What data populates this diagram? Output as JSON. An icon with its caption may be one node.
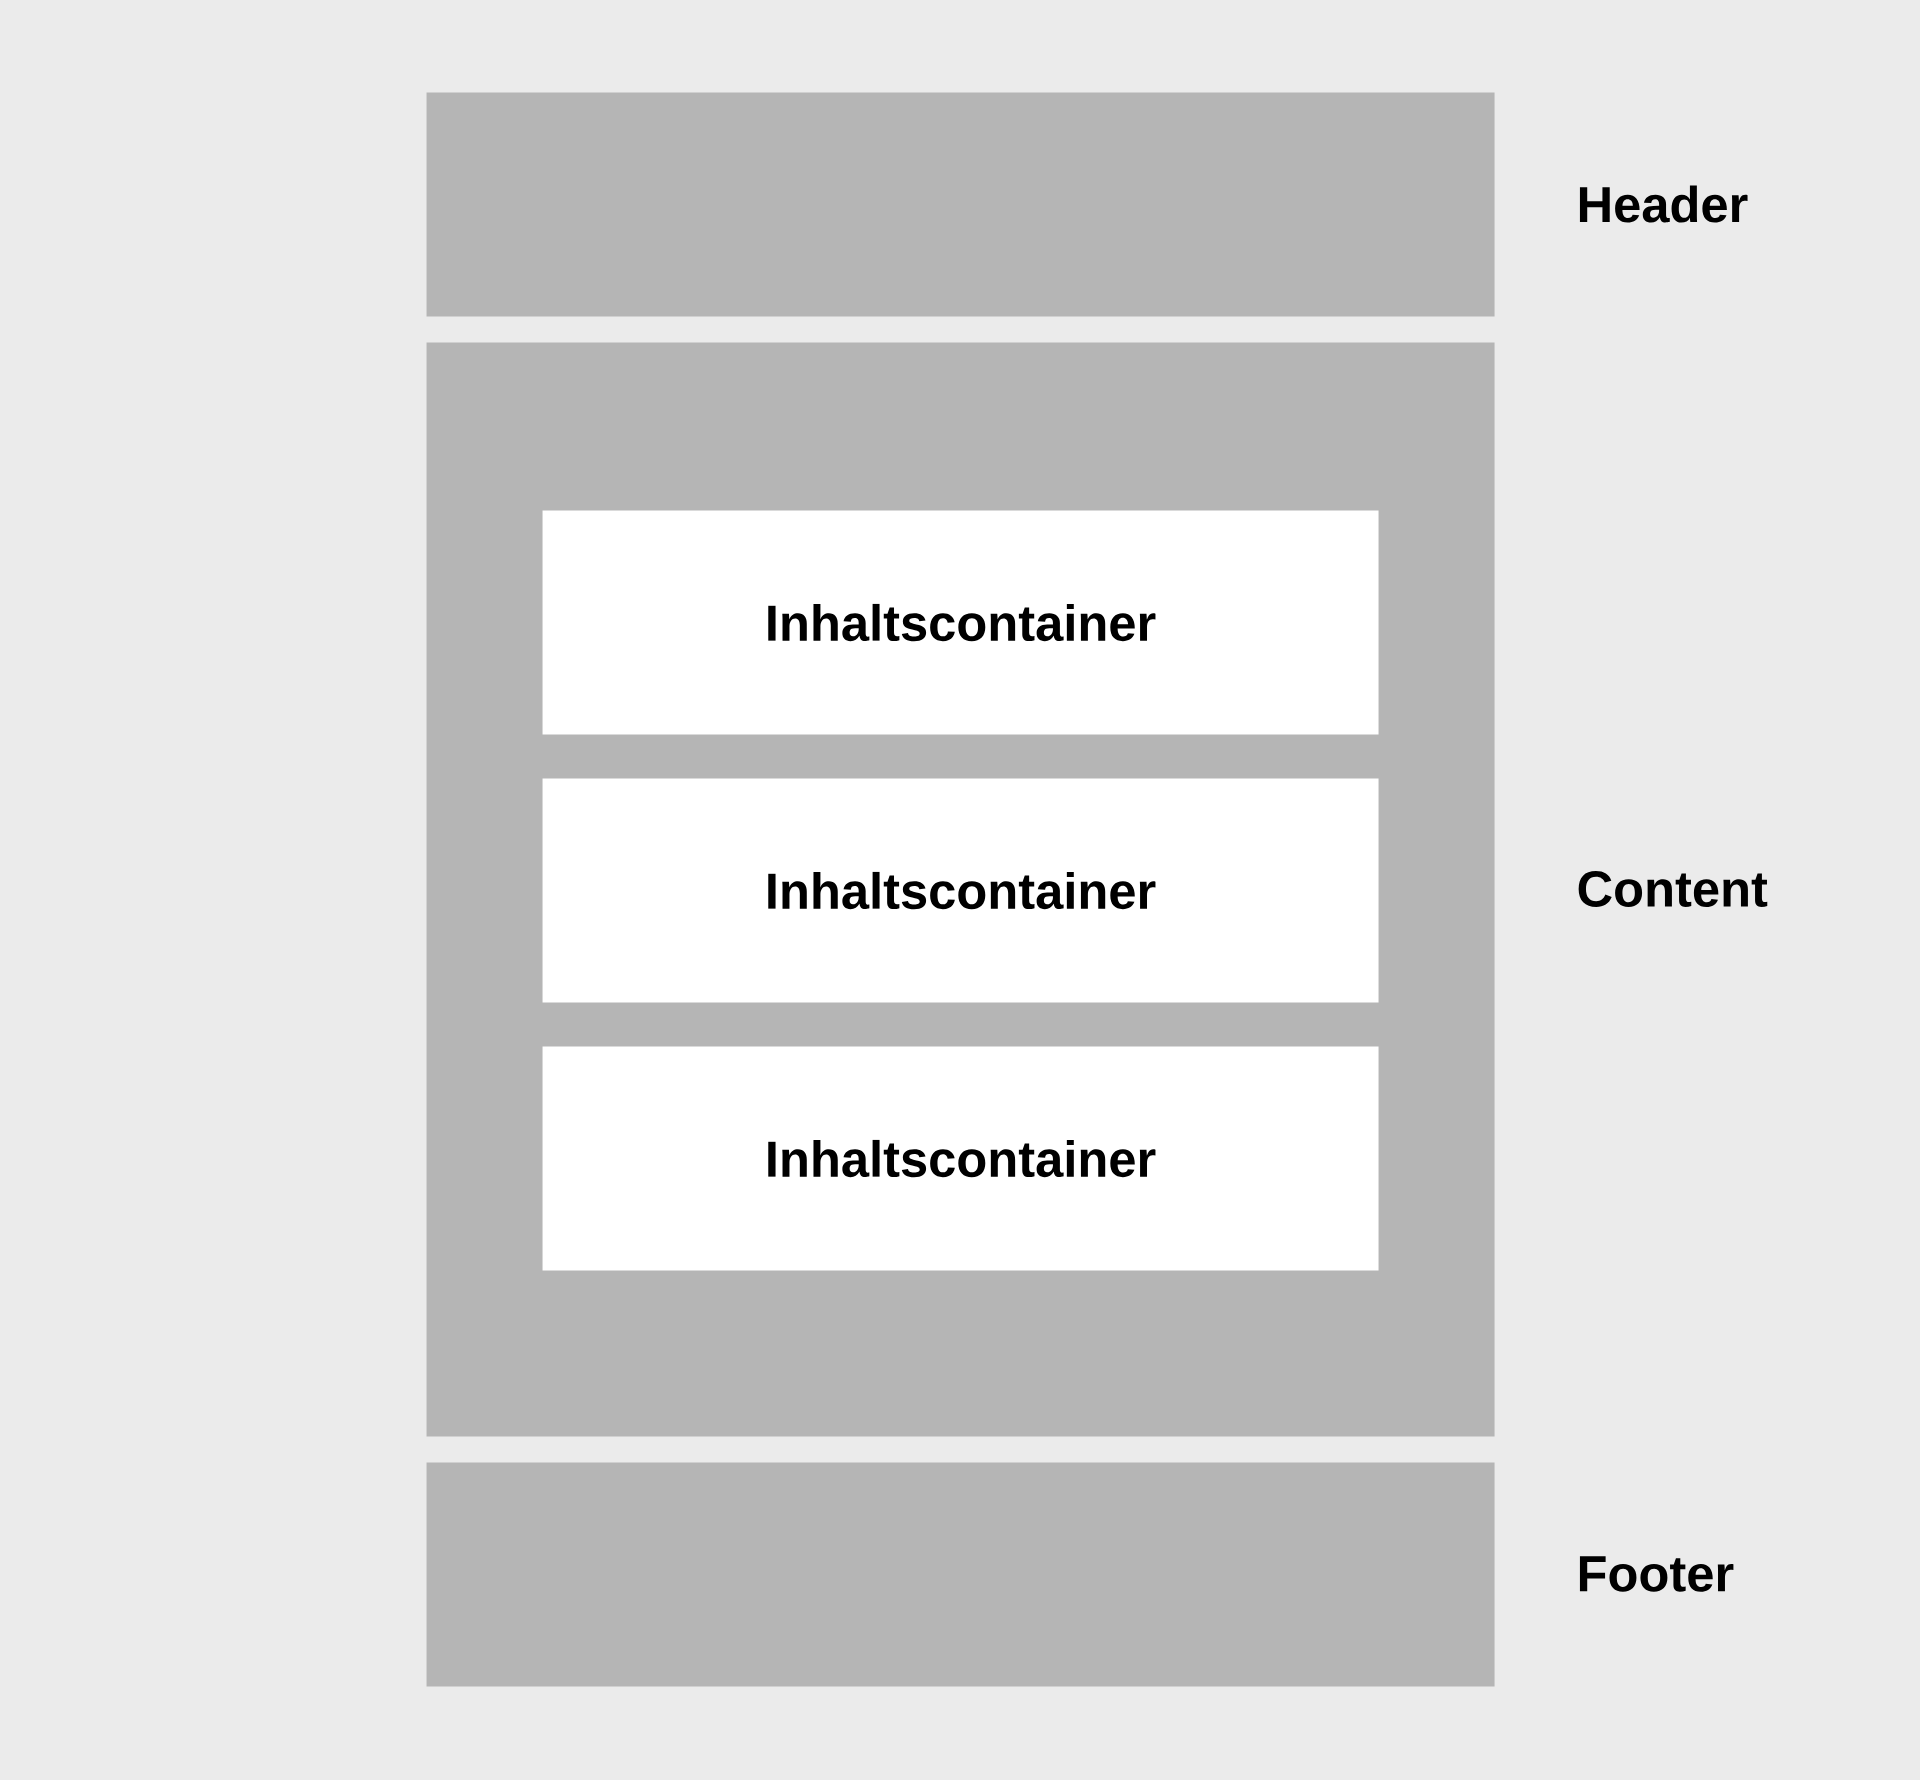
{
  "diagram": {
    "nodes": [
      {
        "text": [
          "Header"
        ]
      },
      {
        "text": [
          "Content"
        ]
      },
      {
        "text": [
          "Inhaltscontainer"
        ],
        "in": 1
      },
      {
        "text": [
          "Inhaltscontainer"
        ],
        "in": 1
      },
      {
        "text": [
          "Inhaltscontainer"
        ],
        "in": 1
      },
      {
        "text": [
          "Footer"
        ]
      }
    ]
  }
}
